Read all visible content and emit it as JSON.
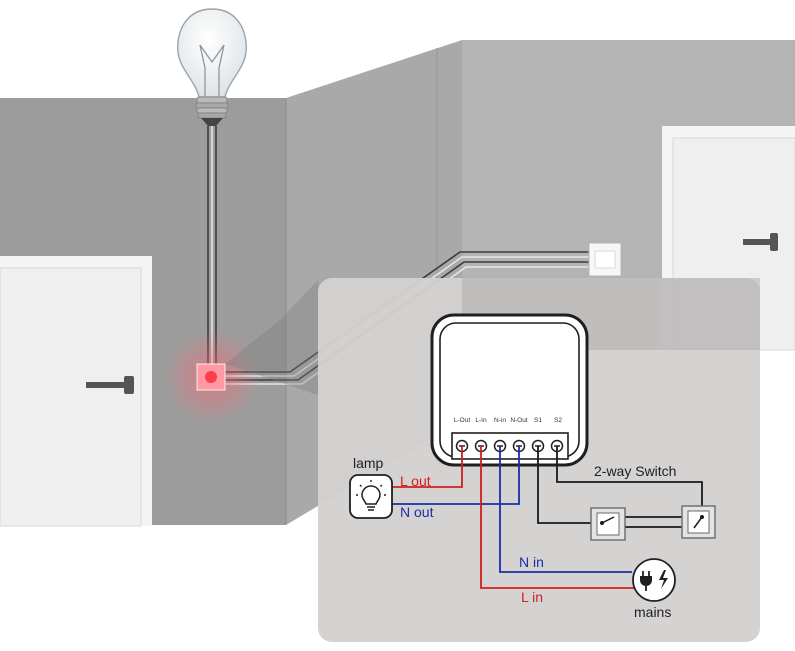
{
  "module": {
    "terminals": [
      "L-Out",
      "L-In",
      "N-in",
      "N-Out",
      "S1",
      "S2"
    ]
  },
  "labels": {
    "lamp": "lamp",
    "l_out": "L out",
    "n_out": "N out",
    "n_in": "N in",
    "l_in": "L in",
    "mains": "mains",
    "two_way_switch": "2-way Switch"
  },
  "colors": {
    "live_wire": "#d21f1f",
    "neutral_wire": "#1a2fa8",
    "switch_wire": "#1a1a1a",
    "highlight": "#ff5a6a",
    "panel": "#d3d0d0"
  },
  "icons": [
    "light-bulb-icon",
    "wall-switch-icon",
    "door-handle-icon",
    "lamp-icon",
    "plug-icon",
    "lightning-icon",
    "two-way-switch-icon"
  ]
}
